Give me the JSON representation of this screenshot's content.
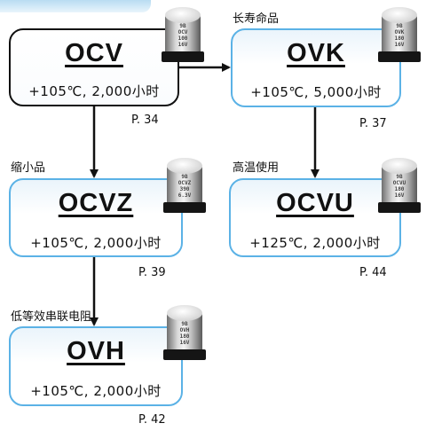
{
  "nodes": [
    {
      "id": "ocv",
      "series": "OCV",
      "spec": "+105℃, 2,000小时",
      "page": "P. 34",
      "cap_text": [
        "9B",
        "OCV",
        "100",
        "16V"
      ]
    },
    {
      "id": "ovk",
      "section": "长寿命品",
      "series": "OVK",
      "spec": "+105℃, 5,000小时",
      "page": "P. 37",
      "cap_text": [
        "9B",
        "OVK",
        "180",
        "16V"
      ]
    },
    {
      "id": "ocvz",
      "section": "缩小品",
      "series": "OCVZ",
      "spec": "+105℃, 2,000小时",
      "page": "P. 39",
      "cap_text": [
        "9B",
        "OCVZ",
        "390",
        "6.3V"
      ]
    },
    {
      "id": "ocvu",
      "section": "高温使用",
      "series": "OCVU",
      "spec": "+125℃, 2,000小时",
      "page": "P. 44",
      "cap_text": [
        "9B",
        "OCVU",
        "180",
        "16V"
      ]
    },
    {
      "id": "ovh",
      "section": "低等效串联电阻",
      "series": "OVH",
      "spec": "+105℃, 2,000小时",
      "page": "P. 42",
      "cap_text": [
        "9B",
        "OVH",
        "180",
        "16V"
      ]
    }
  ],
  "edges": [
    {
      "from": "OCV",
      "to": "OVK"
    },
    {
      "from": "OCV",
      "to": "OCVZ"
    },
    {
      "from": "OVK",
      "to": "OCVU"
    },
    {
      "from": "OCVZ",
      "to": "OVH"
    }
  ],
  "colors": {
    "box_border": "#111111",
    "blue_border": "#5bb2e6",
    "arrow": "#111111"
  }
}
